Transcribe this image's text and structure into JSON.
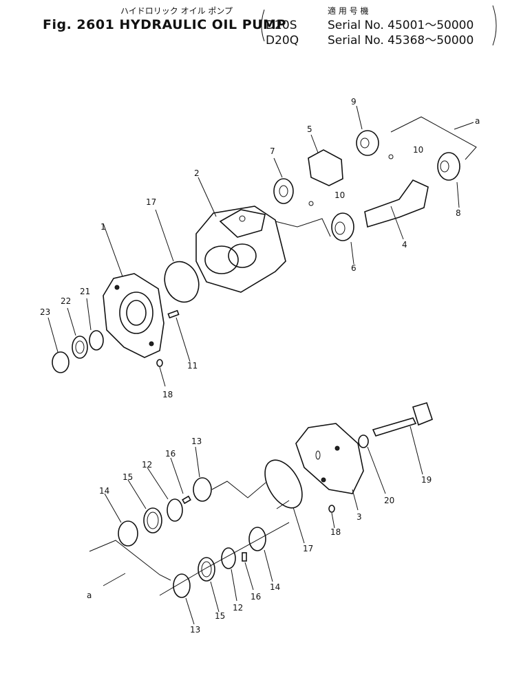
{
  "header": {
    "title_jp": "ハイドロリック オイル ポンプ",
    "title": "Fig. 2601 HYDRAULIC OIL PUMP",
    "applicable_jp": "適 用 号 機",
    "models": [
      {
        "model": "D20S",
        "serial": "Serial No. 45001～50000"
      },
      {
        "model": "D20Q",
        "serial": "Serial No. 45368～50000"
      }
    ]
  },
  "callouts": {
    "p1": "1",
    "p2": "2",
    "p3": "3",
    "p4": "4",
    "p5": "5",
    "p6": "6",
    "p7": "7",
    "p8": "8",
    "p9": "9",
    "p10a": "10",
    "p10b": "10",
    "p11": "11",
    "p12a": "12",
    "p12b": "12",
    "p13a": "13",
    "p13b": "13",
    "p14a": "14",
    "p14b": "14",
    "p15a": "15",
    "p15b": "15",
    "p16a": "16",
    "p16b": "16",
    "p17a": "17",
    "p17b": "17",
    "p18a": "18",
    "p18b": "18",
    "p19": "19",
    "p20": "20",
    "p21": "21",
    "p22": "22",
    "p23": "23",
    "ref_a1": "a",
    "ref_a2": "a"
  }
}
